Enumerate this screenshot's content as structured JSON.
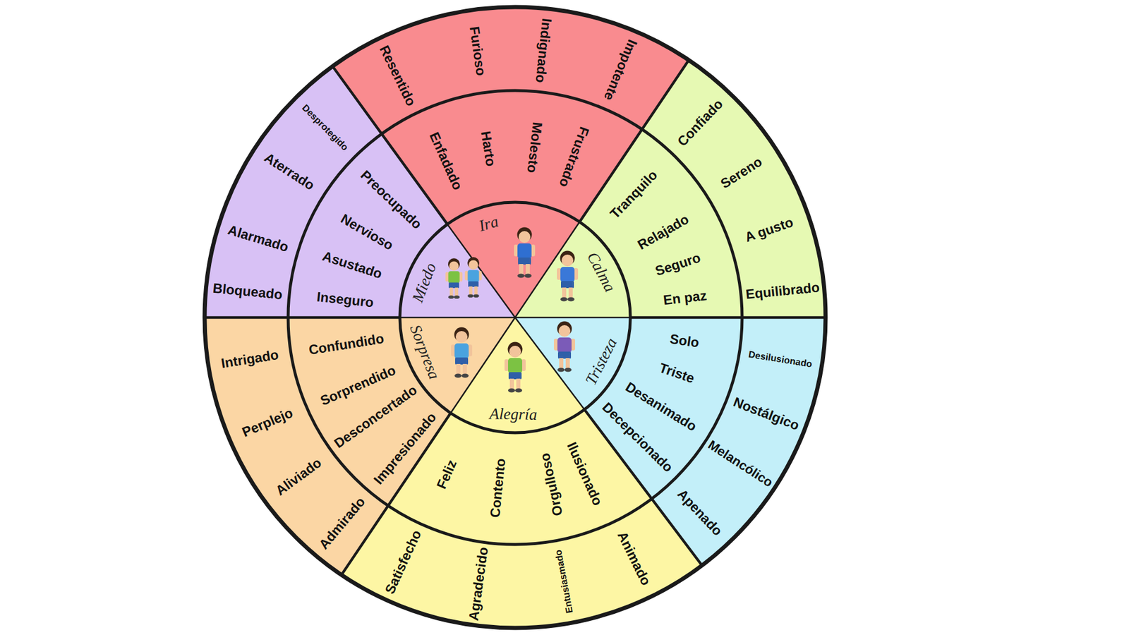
{
  "diagram": {
    "nodes": [
      {
        "text": [
          "Ira"
        ]
      },
      {
        "text": [
          "Enfadado",
          "Harto",
          "Molesto",
          "Frustrado"
        ]
      },
      {
        "text": [
          "Resentido",
          "Furioso",
          "Indignado",
          "Impotente"
        ]
      },
      {
        "text": [
          "Calma"
        ]
      },
      {
        "text": [
          "Tranquilo",
          "Relajado",
          "Seguro",
          "En paz"
        ]
      },
      {
        "text": [
          "Confiado",
          "Sereno",
          "A gusto",
          "Equilibrado"
        ]
      },
      {
        "text": [
          "Tristeza"
        ]
      },
      {
        "text": [
          "Solo",
          "Triste",
          "Desanimado",
          "Decepcionado"
        ]
      },
      {
        "text": [
          "Desilusionado",
          "Nostálgico",
          "Melancólico",
          "Apenado"
        ]
      },
      {
        "text": [
          "Alegría"
        ]
      },
      {
        "text": [
          "Feliz",
          "Contento",
          "Orgulloso",
          "Ilusionado"
        ]
      },
      {
        "text": [
          "Satisfecho",
          "Agradecido",
          "Entusiasmado",
          "Animado"
        ]
      },
      {
        "text": [
          "Sorpresa"
        ]
      },
      {
        "text": [
          "Confundido",
          "Sorprendido",
          "Desconcertado",
          "Impresionado"
        ]
      },
      {
        "text": [
          "Intrigado",
          "Perplejo",
          "Aliviado",
          "Admirado"
        ]
      },
      {
        "text": [
          "Miedo"
        ]
      },
      {
        "text": [
          "Preocupado",
          "Nervioso",
          "Asustado",
          "Inseguro"
        ]
      },
      {
        "text": [
          "Desprotegido",
          "Aterrado",
          "Alarmado",
          "Bloqueado"
        ]
      }
    ]
  }
}
